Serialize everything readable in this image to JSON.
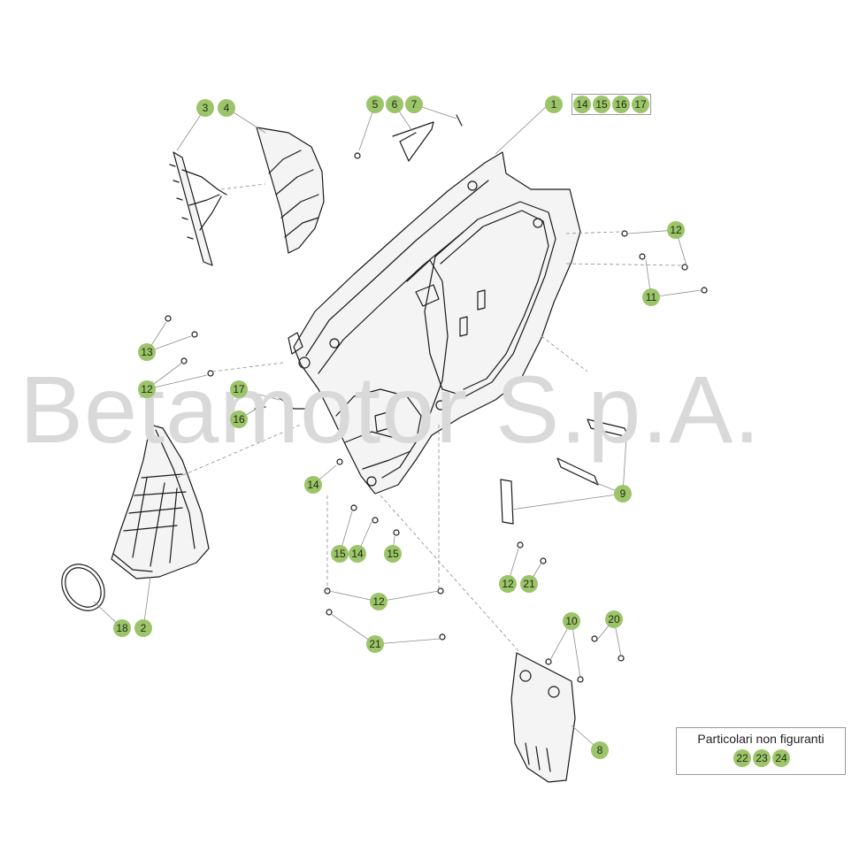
{
  "watermark": "Betamotor S.p.A.",
  "legend": {
    "title": "Particolari non figuranti",
    "items": [
      "22",
      "23",
      "24"
    ]
  },
  "callouts": [
    {
      "id": "c1",
      "num": "1"
    },
    {
      "id": "c14a",
      "num": "14"
    },
    {
      "id": "c15a",
      "num": "15"
    },
    {
      "id": "c16a",
      "num": "16"
    },
    {
      "id": "c17a",
      "num": "17"
    },
    {
      "id": "c3",
      "num": "3"
    },
    {
      "id": "c4",
      "num": "4"
    },
    {
      "id": "c5",
      "num": "5"
    },
    {
      "id": "c6",
      "num": "6"
    },
    {
      "id": "c7",
      "num": "7"
    },
    {
      "id": "c12a",
      "num": "12"
    },
    {
      "id": "c11",
      "num": "11"
    },
    {
      "id": "c13",
      "num": "13"
    },
    {
      "id": "c12b",
      "num": "12"
    },
    {
      "id": "c17b",
      "num": "17"
    },
    {
      "id": "c16b",
      "num": "16"
    },
    {
      "id": "c14b",
      "num": "14"
    },
    {
      "id": "c15b",
      "num": "15"
    },
    {
      "id": "c14c",
      "num": "14"
    },
    {
      "id": "c15c",
      "num": "15"
    },
    {
      "id": "c9",
      "num": "9"
    },
    {
      "id": "c12c",
      "num": "12"
    },
    {
      "id": "c21a",
      "num": "21"
    },
    {
      "id": "c12d",
      "num": "12"
    },
    {
      "id": "c21b",
      "num": "21"
    },
    {
      "id": "c18",
      "num": "18"
    },
    {
      "id": "c2",
      "num": "2"
    },
    {
      "id": "c10",
      "num": "10"
    },
    {
      "id": "c20",
      "num": "20"
    },
    {
      "id": "c8",
      "num": "8"
    }
  ],
  "colors": {
    "callout_fill": "#9cc46a",
    "line": "#1a1a1a",
    "leader": "#8c8c8c",
    "watermark": "#d9d9d9"
  }
}
